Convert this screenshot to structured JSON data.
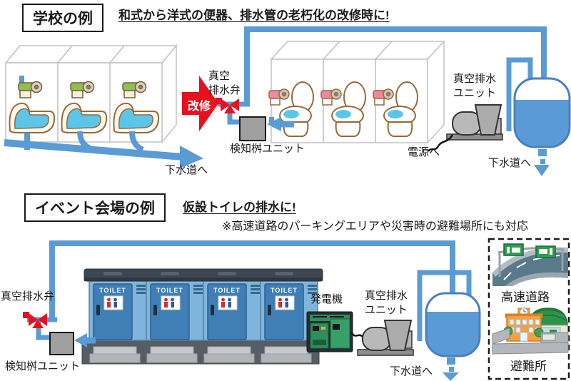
{
  "school_section": {
    "title": "学校の例",
    "headline": "和式から洋式の便器、排水管の老朽化の改修時に!",
    "old_system_sewer_label": "下水道へ",
    "renovation_arrow_label": "改修",
    "vacuum_valve_label": "真空\n排水弁",
    "detection_unit_label": "検知桝ユニット",
    "vacuum_unit_label": "真空排水\nユニット",
    "power_label": "電源へ",
    "sewer_label": "下水道へ"
  },
  "event_section": {
    "title": "イベント会場の例",
    "headline": "仮設トイレの排水に!",
    "note": "※高速道路のパーキングエリアや災害時の避難場所にも対応",
    "vacuum_valve_label": "真空排水弁",
    "detection_unit_label": "検知桝ユニット",
    "generator_label": "発電機",
    "vacuum_unit_label": "真空排水\nユニット",
    "sewer_label": "下水道へ",
    "toilet_sign": "TOILET",
    "use_cases": {
      "highway_label": "高速道路",
      "shelter_label": "避難所"
    }
  },
  "colors": {
    "pipe_blue": "#5b9bd5",
    "alert_red": "#e8101e",
    "water_cyan": "#5cc6e8",
    "toilet_outline_brown": "#96683c",
    "paper_green": "#8fbf52",
    "paper_pink": "#f2889e",
    "unit_gray": "#9f9f9f",
    "portable_body_blue": "#7fb5dd",
    "portable_door_blue": "#3f7fb5",
    "generator_green": "#2e8f5a",
    "highway_sign_green": "#2e9e4f",
    "school_orange": "#f59f40"
  }
}
